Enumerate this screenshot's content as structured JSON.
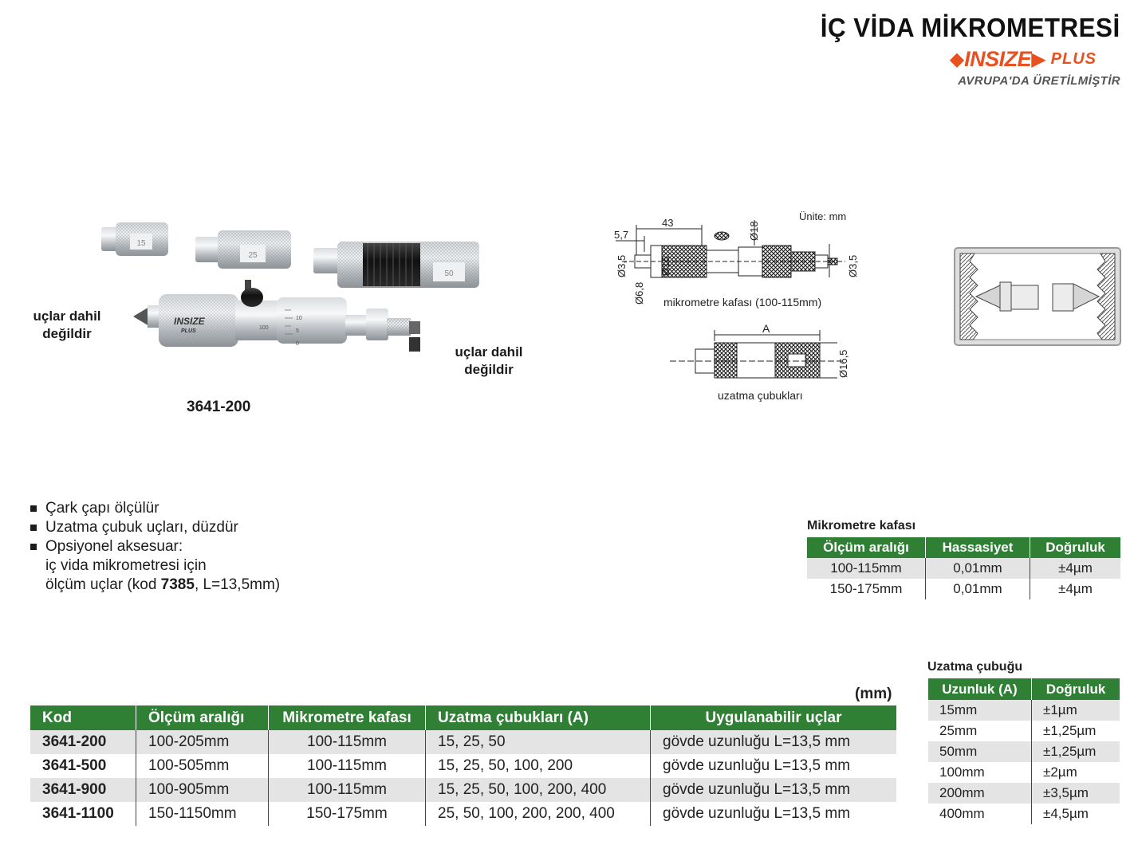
{
  "header": {
    "title": "İÇ VİDA MİKROMETRESİ",
    "brand_name": "INSIZE",
    "brand_suffix": "PLUS",
    "subtitle": "AVRUPA'DA ÜRETİLMİŞTİR"
  },
  "product": {
    "note_left": [
      "uçlar dahil",
      "değildir"
    ],
    "note_right": [
      "uçlar dahil",
      "değildir"
    ],
    "code": "3641-200",
    "rod_labels": [
      "15",
      "25",
      "50"
    ],
    "head_brand": "INSIZE",
    "head_brand_sub": "PLUS",
    "thimble_marks": [
      "100",
      "10",
      "5",
      "0"
    ]
  },
  "drawing": {
    "unit": "Ünite: mm",
    "dims": {
      "d43": "43",
      "d57": "5,7",
      "d18": "Ø18",
      "d35a": "Ø3,5",
      "d68": "Ø6,8",
      "d16": "Ø16",
      "d35b": "Ø3,5",
      "a": "A",
      "d165": "Ø16,5"
    },
    "caption_head": "mikrometre kafası (100-115mm)",
    "caption_rods": "uzatma çubukları"
  },
  "features": {
    "items": [
      "Çark çapı ölçülür",
      "Uzatma çubuk uçları, düzdür",
      "Opsiyonel aksesuar:"
    ],
    "cont_line1": "iç vida mikrometresi için",
    "cont_line2_pre": "ölçüm uçlar (kod ",
    "cont_line2_code": "7385",
    "cont_line2_post": ", L=13,5mm)"
  },
  "head_table": {
    "caption": "Mikrometre kafası",
    "columns": [
      "Ölçüm aralığı",
      "Hassasiyet",
      "Doğruluk"
    ],
    "rows": [
      [
        "100-115mm",
        "0,01mm",
        "±4µm"
      ],
      [
        "150-175mm",
        "0,01mm",
        "±4µm"
      ]
    ]
  },
  "ext_table": {
    "caption": "Uzatma çubuğu",
    "columns": [
      "Uzunluk (A)",
      "Doğruluk"
    ],
    "rows": [
      [
        "15mm",
        "±1µm"
      ],
      [
        "25mm",
        "±1,25µm"
      ],
      [
        "50mm",
        "±1,25µm"
      ],
      [
        "100mm",
        "±2µm"
      ],
      [
        "200mm",
        "±3,5µm"
      ],
      [
        "400mm",
        "±4,5µm"
      ]
    ]
  },
  "main_table": {
    "unit": "(mm)",
    "columns": [
      "Kod",
      "Ölçüm aralığı",
      "Mikrometre kafası",
      "Uzatma çubukları (A)",
      "Uygulanabilir uçlar"
    ],
    "rows": [
      [
        "3641-200",
        "100-205mm",
        "100-115mm",
        "15, 25, 50",
        "gövde uzunluğu L=13,5 mm"
      ],
      [
        "3641-500",
        "100-505mm",
        "100-115mm",
        "15, 25, 50, 100, 200",
        "gövde uzunluğu L=13,5 mm"
      ],
      [
        "3641-900",
        "100-905mm",
        "100-115mm",
        "15, 25, 50, 100, 200, 400",
        "gövde uzunluğu L=13,5 mm"
      ],
      [
        "3641-1100",
        "150-1150mm",
        "150-175mm",
        "25, 50, 100, 200, 200, 400",
        "gövde uzunluğu L=13,5 mm"
      ]
    ]
  },
  "colors": {
    "brand_orange": "#e9501f",
    "table_header_green": "#2f7f34",
    "row_gray": "#e4e4e4"
  }
}
